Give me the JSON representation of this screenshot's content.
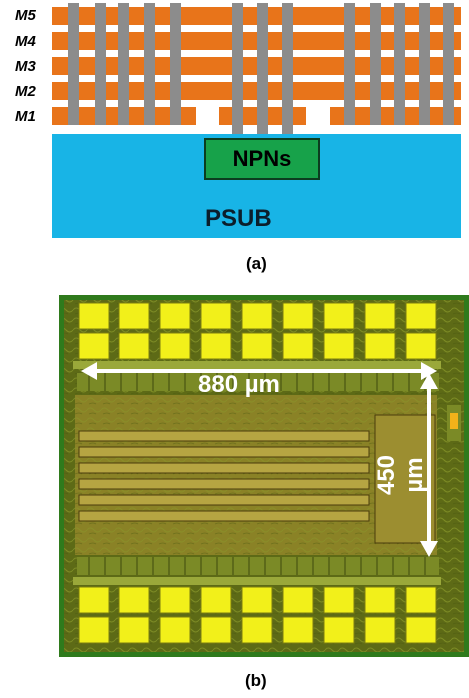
{
  "panel_a": {
    "metal_layers": [
      "M5",
      "M4",
      "M3",
      "M2",
      "M1"
    ],
    "device_label": "NPNs",
    "substrate_label": "PSUB",
    "caption": "(a)",
    "colors": {
      "metal": "#e8741a",
      "via": "#8c8c8c",
      "substrate": "#18b4e6",
      "device": "#17a24a"
    }
  },
  "panel_b": {
    "width_label": "880 µm",
    "height_label": "450 µm",
    "caption": "(b)",
    "colors": {
      "die": "#6d7a1c",
      "pad": "#f2f01a",
      "arrow": "#ffffff"
    }
  }
}
